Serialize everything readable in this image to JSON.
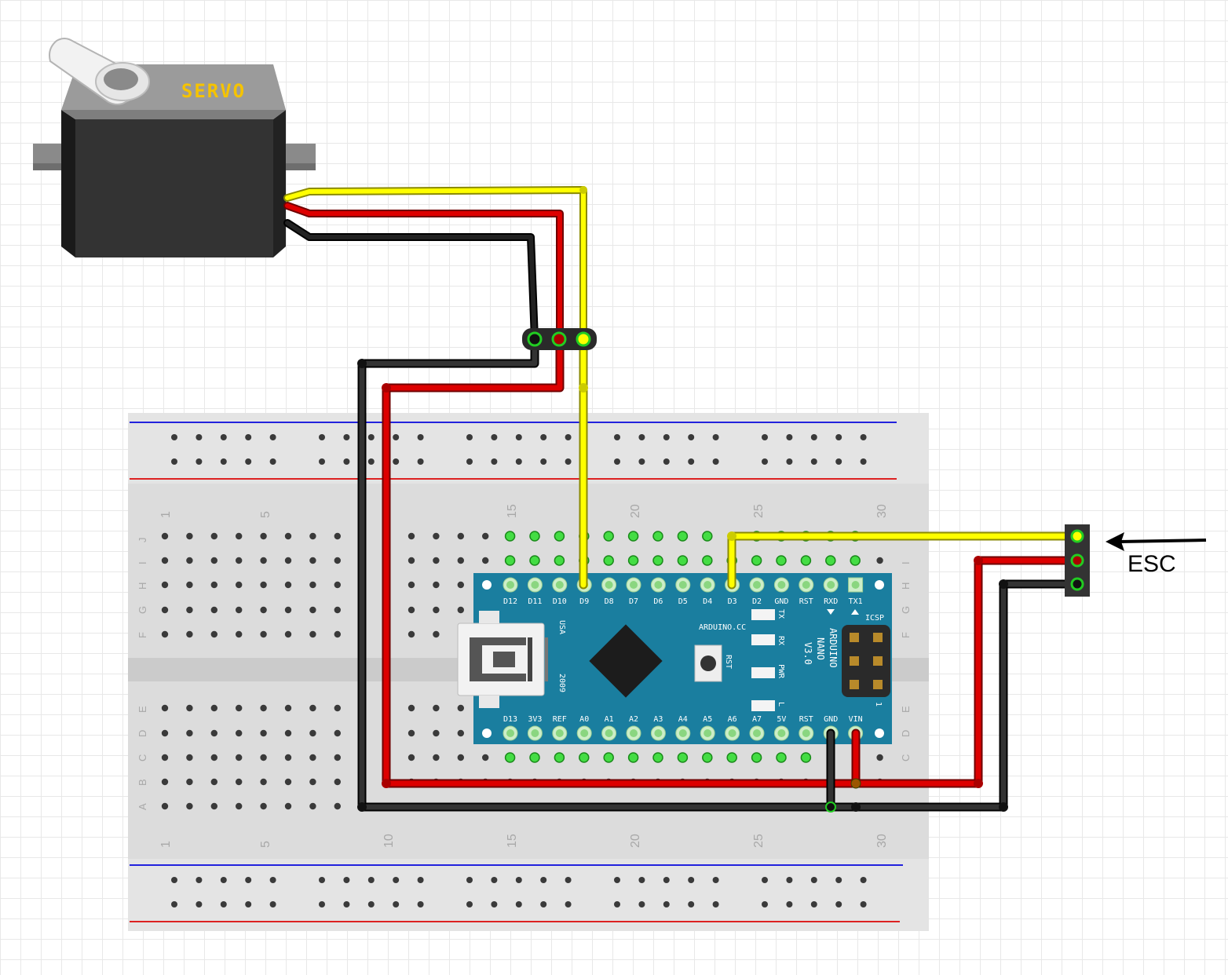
{
  "servo": {
    "label": "SERVO"
  },
  "esc": {
    "label": "ESC"
  },
  "breadboard": {
    "column_numbers": [
      "1",
      "5",
      "10",
      "15",
      "20",
      "25",
      "30"
    ],
    "row_letters_top": [
      "J",
      "I",
      "H",
      "G",
      "F"
    ],
    "row_letters_bottom": [
      "E",
      "D",
      "C",
      "B",
      "A"
    ]
  },
  "arduino": {
    "top_pins": [
      "D12",
      "D11",
      "D10",
      "D9",
      "D8",
      "D7",
      "D6",
      "D5",
      "D4",
      "D3",
      "D2",
      "GND",
      "RST",
      "RXD",
      "TX1"
    ],
    "bottom_pins": [
      "D13",
      "3V3",
      "REF",
      "A0",
      "A1",
      "A2",
      "A3",
      "A4",
      "A5",
      "A6",
      "A7",
      "5V",
      "RST",
      "GND",
      "VIN"
    ],
    "board_name": "ARDUINO.CC",
    "model": "ARDUINO",
    "model_line2": "NANO",
    "version": "V3.0",
    "usb_label": "USA",
    "year": "2009",
    "rst_button_label": "RST",
    "led_labels": [
      "TX",
      "RX",
      "PWR",
      "L"
    ],
    "icsp_label": "ICSP",
    "icsp_pin_one": "1"
  },
  "colors": {
    "signal": "#ffff00",
    "power": "#dd0000",
    "ground": "#222222",
    "board": "#1a7e9f",
    "breadboard": "#dcdcdc"
  }
}
